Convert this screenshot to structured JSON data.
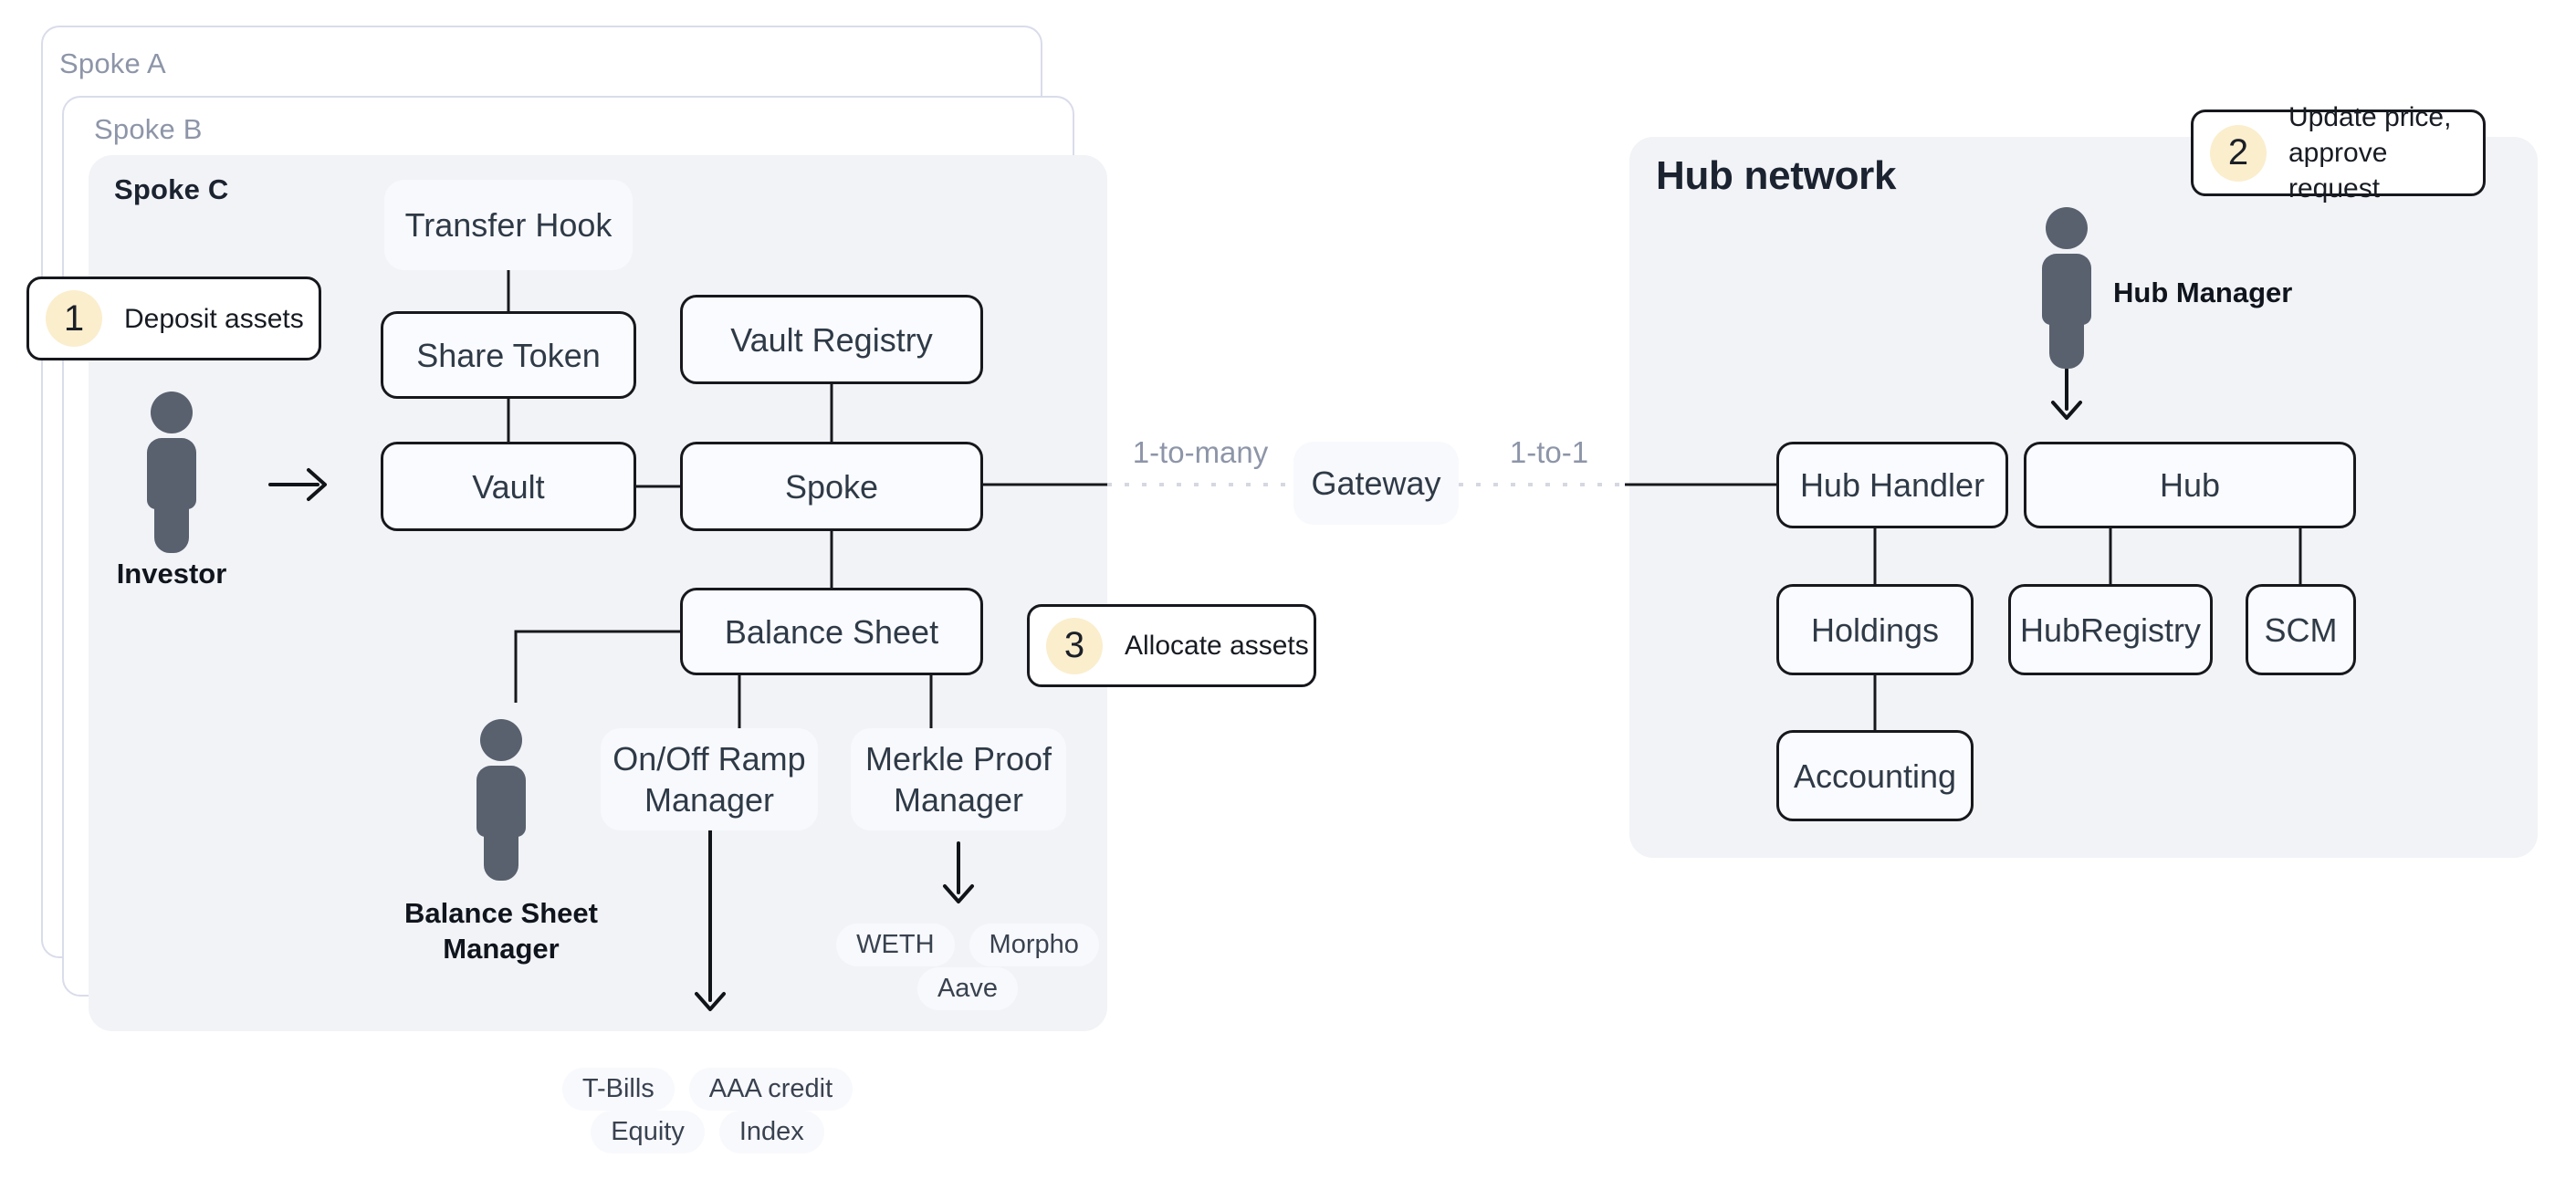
{
  "spokes": {
    "a": "Spoke A",
    "b": "Spoke B",
    "c": "Spoke C"
  },
  "hub_card": {
    "title": "Hub network"
  },
  "steps": {
    "one": {
      "num": "1",
      "label": "Deposit assets"
    },
    "two": {
      "num": "2",
      "label": "Update price,\napprove request"
    },
    "three": {
      "num": "3",
      "label": "Allocate assets"
    }
  },
  "nodes": {
    "transfer_hook": "Transfer Hook",
    "share_token": "Share Token",
    "vault_registry": "Vault Registry",
    "vault": "Vault",
    "spoke": "Spoke",
    "balance_sheet": "Balance Sheet",
    "gateway": "Gateway",
    "onoff_ramp": "On/Off Ramp Manager",
    "merkle_proof": "Merkle Proof Manager",
    "hub_handler": "Hub Handler",
    "hub": "Hub",
    "holdings": "Holdings",
    "hub_registry": "HubRegistry",
    "scm": "SCM",
    "accounting": "Accounting"
  },
  "actors": {
    "investor": "Investor",
    "balance_sheet_manager": "Balance Sheet\nManager",
    "hub_manager": "Hub Manager"
  },
  "edge_labels": {
    "spoke_side": "1-to-many",
    "hub_side": "1-to-1"
  },
  "asset_pills": {
    "row1": [
      "WETH",
      "Morpho"
    ],
    "row2": [
      "Aave"
    ]
  },
  "offchain_pills": {
    "row1": [
      "T-Bills",
      "AAA credit"
    ],
    "row2": [
      "Equity",
      "Index"
    ]
  },
  "colors": {
    "node_border": "#16181d",
    "node_bg": "#fafbfe",
    "soft_box_bg": "#f8f9fd",
    "card_bg": "#f2f3f7",
    "outer_card_border": "#d9dcea",
    "badge_circle": "#fbeecd",
    "text": "#2f3a47",
    "muted_label": "#8d95a8",
    "person_icon": "#59616f",
    "dashed_line": "#d5d8e0"
  }
}
